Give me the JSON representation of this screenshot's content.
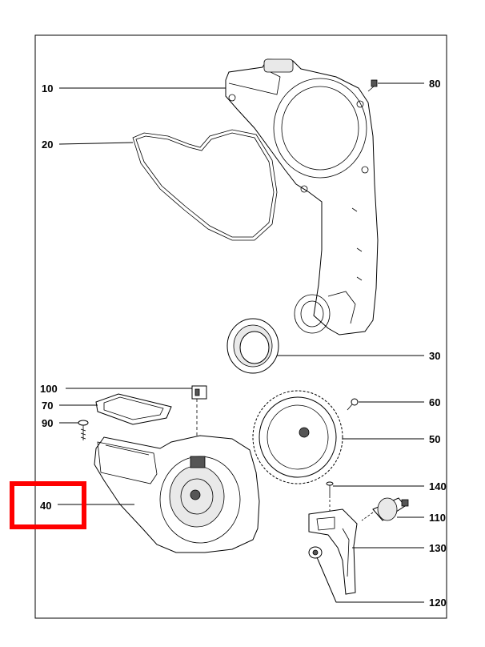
{
  "diagram": {
    "callouts": [
      {
        "id": "10",
        "label": "10"
      },
      {
        "id": "20",
        "label": "20"
      },
      {
        "id": "30",
        "label": "30"
      },
      {
        "id": "40",
        "label": "40"
      },
      {
        "id": "50",
        "label": "50"
      },
      {
        "id": "60",
        "label": "60"
      },
      {
        "id": "70",
        "label": "70"
      },
      {
        "id": "80",
        "label": "80"
      },
      {
        "id": "90",
        "label": "90"
      },
      {
        "id": "100",
        "label": "100"
      },
      {
        "id": "110",
        "label": "110"
      },
      {
        "id": "120",
        "label": "120"
      },
      {
        "id": "130",
        "label": "130"
      },
      {
        "id": "140",
        "label": "140"
      }
    ],
    "highlight": {
      "target": "40",
      "color": "#ff0000"
    }
  }
}
